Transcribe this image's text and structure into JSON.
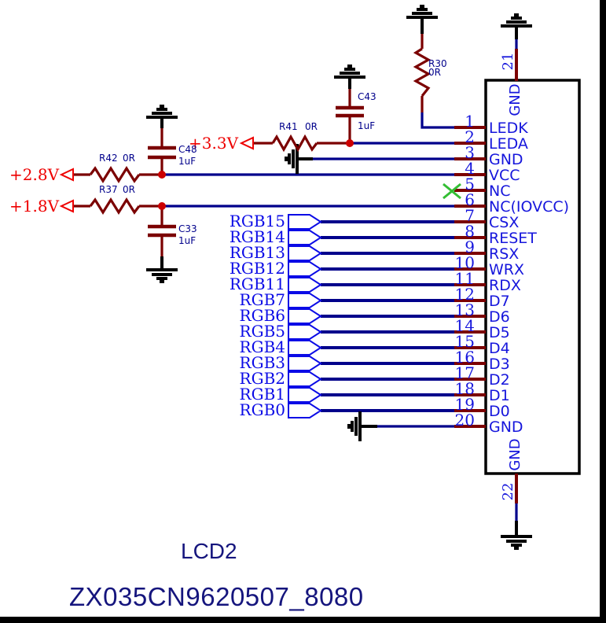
{
  "connector": {
    "designator": "LCD2",
    "part_number": "ZX035CN9620507_8080",
    "pins": [
      {
        "number": "1",
        "name": "LEDK"
      },
      {
        "number": "2",
        "name": "LEDA"
      },
      {
        "number": "3",
        "name": "GND"
      },
      {
        "number": "4",
        "name": "VCC"
      },
      {
        "number": "5",
        "name": "NC"
      },
      {
        "number": "6",
        "name": "NC(IOVCC)"
      },
      {
        "number": "7",
        "name": "CSX"
      },
      {
        "number": "8",
        "name": "RESET"
      },
      {
        "number": "9",
        "name": "RSX"
      },
      {
        "number": "10",
        "name": "WRX"
      },
      {
        "number": "11",
        "name": "RDX"
      },
      {
        "number": "12",
        "name": "D7"
      },
      {
        "number": "13",
        "name": "D6"
      },
      {
        "number": "14",
        "name": "D5"
      },
      {
        "number": "15",
        "name": "D4"
      },
      {
        "number": "16",
        "name": "D3"
      },
      {
        "number": "17",
        "name": "D2"
      },
      {
        "number": "18",
        "name": "D1"
      },
      {
        "number": "19",
        "name": "D0"
      },
      {
        "number": "20",
        "name": "GND"
      }
    ],
    "top_pin": {
      "number": "21",
      "name": "GND"
    },
    "bottom_pin": {
      "number": "22",
      "name": "GND"
    }
  },
  "nets": {
    "power": [
      "+3.3V",
      "+2.8V",
      "+1.8V"
    ],
    "rgb": [
      "RGB15",
      "RGB14",
      "RGB13",
      "RGB12",
      "RGB11",
      "RGB7",
      "RGB6",
      "RGB5",
      "RGB4",
      "RGB3",
      "RGB2",
      "RGB1",
      "RGB0"
    ]
  },
  "components": {
    "r30": {
      "designator": "R30",
      "value": "0R"
    },
    "r41": {
      "designator": "R41",
      "value": "0R"
    },
    "r42": {
      "designator": "R42",
      "value": "0R"
    },
    "r37": {
      "designator": "R37",
      "value": "0R"
    },
    "c43": {
      "designator": "C43",
      "value": "1uF"
    },
    "c48": {
      "designator": "C48",
      "value": "1uF"
    },
    "c33": {
      "designator": "C33",
      "value": "1uF"
    }
  },
  "icons": {
    "ground-symbol": "earth-ground bars",
    "power-port-arrow": "open left-pointing triangle",
    "no-connect-icon": "green X",
    "junction-dot": "red filled circle",
    "harness-entry": "blue pentagon pointing right"
  },
  "colors": {
    "wire": "#00008b",
    "pin_stub": "#7b0000",
    "pin_text": "#1616dc",
    "net_label": "#0b0be6",
    "power_label": "#ee0000",
    "junction": "#cc0000",
    "no_connect": "#33be33",
    "title": "#15157d",
    "ground": "#000000",
    "background": "#ffffff"
  }
}
